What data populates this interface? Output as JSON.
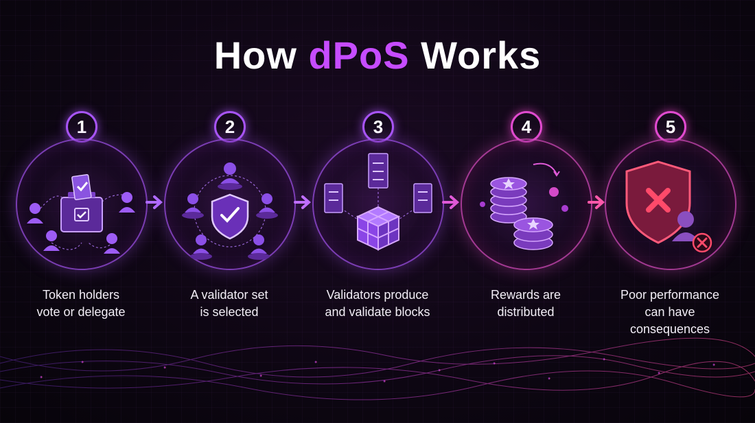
{
  "title": {
    "prefix": "How ",
    "highlight": "dPoS",
    "suffix": " Works"
  },
  "colors": {
    "purple": "#a855f7",
    "magenta": "#c64cff",
    "pink": "#e14bd0",
    "red": "#e0304a"
  },
  "steps": [
    {
      "number": "1",
      "label": "Token holders\nvote or delegate",
      "icon": "ballot-box-icon"
    },
    {
      "number": "2",
      "label": "A validator set\nis selected",
      "icon": "shield-check-icon"
    },
    {
      "number": "3",
      "label": "Validators produce\nand validate blocks",
      "icon": "block-servers-icon"
    },
    {
      "number": "4",
      "label": "Rewards are\ndistributed",
      "icon": "coin-stack-icon"
    },
    {
      "number": "5",
      "label": "Poor performance\ncan have\nconsequences",
      "icon": "shield-x-icon"
    }
  ]
}
